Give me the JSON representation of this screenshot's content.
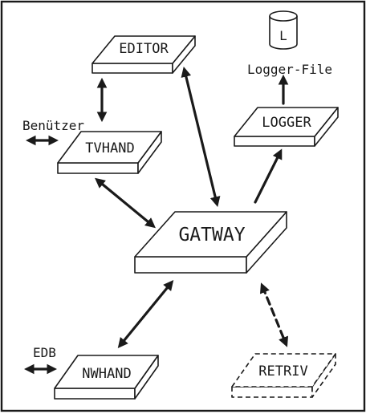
{
  "boxes": {
    "editor": "EDITOR",
    "tvhand": "TVHAND",
    "logger": "LOGGER",
    "gatway": "GATWAY",
    "nwhand": "NWHAND",
    "retriv": "RETRIV"
  },
  "labels": {
    "benutzer": "Benützer",
    "edb": "EDB",
    "logger_file": "Logger-File",
    "file_letter": "L"
  },
  "colors": {
    "ink": "#1a1a1a",
    "paper": "#ffffff"
  }
}
